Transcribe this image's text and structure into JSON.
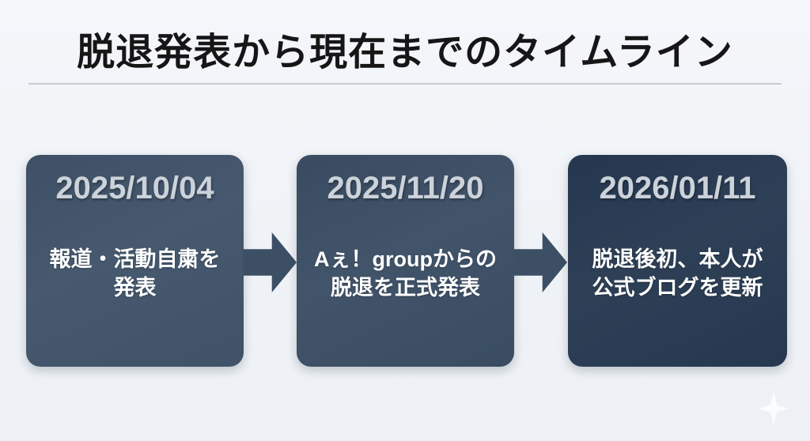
{
  "slide": {
    "title": "脱退発表から現在までのタイムライン"
  },
  "timeline": {
    "items": [
      {
        "date": "2025/10/04",
        "description": "報道・活動自粛を\n発表",
        "card_color": "#45586e"
      },
      {
        "date": "2025/11/20",
        "description": "Aぇ！groupからの\n脱退を正式発表",
        "card_color": "#3e5167"
      },
      {
        "date": "2026/01/11",
        "description": "脱退後初、本人が\n公式ブログを更新",
        "card_color": "#293b50"
      }
    ],
    "arrow_color": "#3c4f65"
  },
  "colors": {
    "background": "#f0f3f7",
    "title_text": "#161616",
    "divider": "#c7c9cc",
    "date_text": "#ccd2da",
    "body_text": "#ffffff",
    "sparkle": "#ffffff"
  },
  "icons": {
    "arrow_right": "block-arrow-right",
    "sparkle": "four-point-star"
  }
}
